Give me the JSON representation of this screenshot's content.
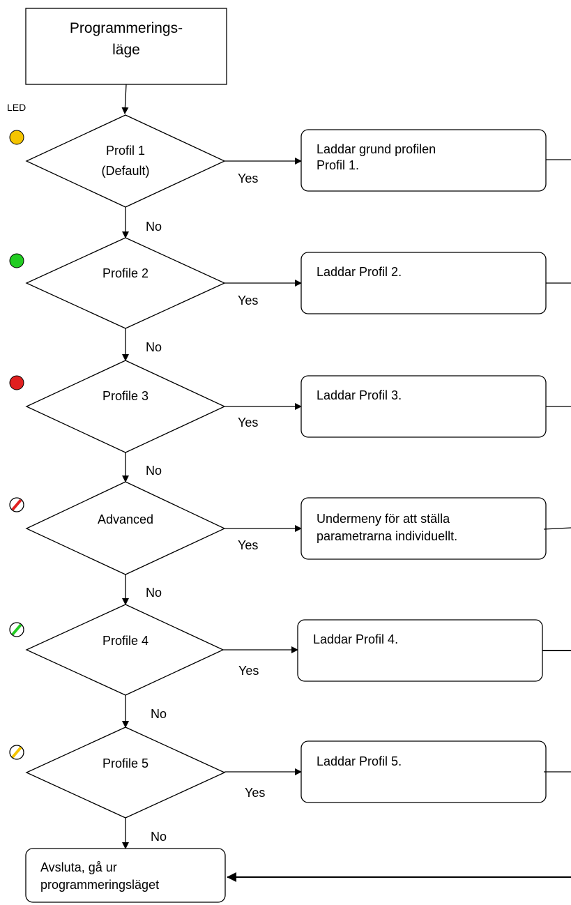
{
  "start": {
    "line1": "Programmerings-",
    "line2": "läge"
  },
  "led_header": "LED",
  "leds": [
    {
      "name": "yellow",
      "fill": "#f5c400"
    },
    {
      "name": "green",
      "fill": "#22cc22"
    },
    {
      "name": "red",
      "fill": "#e02020"
    },
    {
      "name": "red-white-striped",
      "fill": "#ffffff",
      "stripe": "#e02020"
    },
    {
      "name": "green-white-striped",
      "fill": "#ffffff",
      "stripe": "#22cc22"
    },
    {
      "name": "yellow-white-striped",
      "fill": "#ffffff",
      "stripe": "#f5c400"
    }
  ],
  "decisions": [
    {
      "line1": "Profil 1",
      "line2": "(Default)"
    },
    {
      "line1": "Profile 2",
      "line2": ""
    },
    {
      "line1": "Profile 3",
      "line2": ""
    },
    {
      "line1": "Advanced",
      "line2": ""
    },
    {
      "line1": "Profile 4",
      "line2": ""
    },
    {
      "line1": "Profile 5",
      "line2": ""
    }
  ],
  "actions": [
    {
      "line1": "Laddar grund profilen",
      "line2": " Profil 1."
    },
    {
      "line1": "Laddar Profil 2.",
      "line2": ""
    },
    {
      "line1": "Laddar Profil 3.",
      "line2": ""
    },
    {
      "line1": "Undermeny för att ställa",
      "line2": "parametrarna individuellt."
    },
    {
      "line1": "Laddar Profil 4.",
      "line2": ""
    },
    {
      "line1": "Laddar Profil 5.",
      "line2": ""
    }
  ],
  "yes_label": "Yes",
  "no_label": "No",
  "end": {
    "line1": "Avsluta, gå ur",
    "line2": "programmeringsläget"
  }
}
